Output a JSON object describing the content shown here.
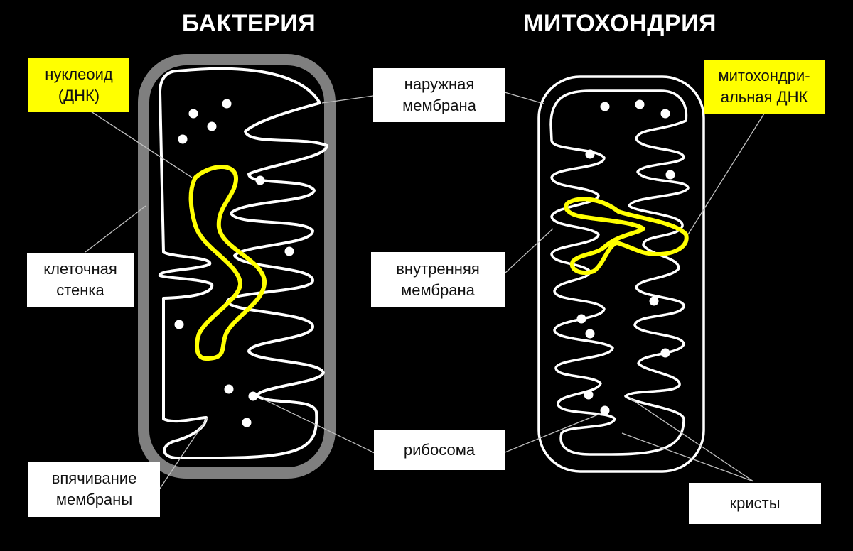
{
  "titles": {
    "bacteria": "БАКТЕРИЯ",
    "mitochondria": "МИТОХОНДРИЯ"
  },
  "labels": {
    "nucleoid": [
      "нуклеоид",
      "(ДНК)"
    ],
    "cell_wall": [
      "клеточная",
      "стенка"
    ],
    "membrane_invagination": [
      "впячивание",
      "мембраны"
    ],
    "outer_membrane": [
      "наружная",
      "мембрана"
    ],
    "inner_membrane": [
      "внутренняя",
      "мембрана"
    ],
    "ribosome": [
      "рибосома"
    ],
    "mito_dna": [
      "митохондри-",
      "альная ДНК"
    ],
    "cristae": [
      "кристы"
    ]
  },
  "colors": {
    "background": "#000000",
    "membrane": "#ffffff",
    "cell_wall": "#7f7f7f",
    "dna": "#ffff00",
    "label_bg": "#ffffff",
    "highlight_label_bg": "#ffff00",
    "leader_line": "#bfbfbf"
  }
}
